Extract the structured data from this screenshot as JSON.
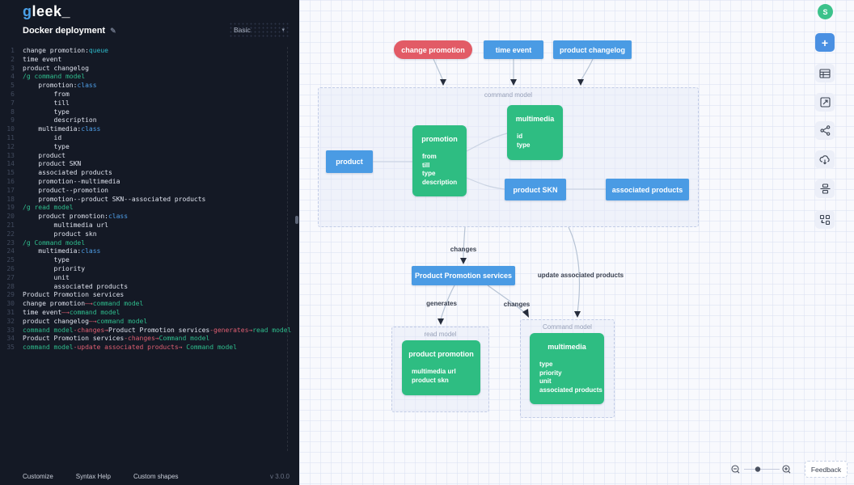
{
  "app": {
    "logo_g": "g",
    "logo_rest": "leek_",
    "version": "v 3.0.0"
  },
  "header": {
    "title": "Docker deployment",
    "template_selector": {
      "value": "Basic",
      "caret": "▾"
    },
    "edit_icon_glyph": "✎"
  },
  "editor": {
    "lines": [
      [
        [
          "change promotion:",
          "w"
        ],
        [
          "queue",
          "t"
        ]
      ],
      [
        [
          "time event",
          "w"
        ]
      ],
      [
        [
          "product changelog",
          "w"
        ]
      ],
      [
        [
          "/g command model",
          "g"
        ]
      ],
      [
        [
          "    promotion:",
          "w"
        ],
        [
          "class",
          "b"
        ]
      ],
      [
        [
          "        from",
          "w"
        ]
      ],
      [
        [
          "        till",
          "w"
        ]
      ],
      [
        [
          "        type",
          "w"
        ]
      ],
      [
        [
          "        description",
          "w"
        ]
      ],
      [
        [
          "    multimedia:",
          "w"
        ],
        [
          "class",
          "b"
        ]
      ],
      [
        [
          "        id",
          "w"
        ]
      ],
      [
        [
          "        type",
          "w"
        ]
      ],
      [
        [
          "    product",
          "w"
        ]
      ],
      [
        [
          "    product SKN",
          "w"
        ]
      ],
      [
        [
          "    associated products",
          "w"
        ]
      ],
      [
        [
          "    promotion--multimedia",
          "w"
        ]
      ],
      [
        [
          "    product--promotion",
          "w"
        ]
      ],
      [
        [
          "    promotion--product SKN--associated products",
          "w"
        ]
      ],
      [
        [
          "/g read model",
          "g"
        ]
      ],
      [
        [
          "    product promotion:",
          "w"
        ],
        [
          "class",
          "b"
        ]
      ],
      [
        [
          "        multimedia url",
          "w"
        ]
      ],
      [
        [
          "        product skn",
          "w"
        ]
      ],
      [
        [
          "/g Command model",
          "g"
        ]
      ],
      [
        [
          "    multimedia:",
          "w"
        ],
        [
          "class",
          "b"
        ]
      ],
      [
        [
          "        type",
          "w"
        ]
      ],
      [
        [
          "        priority",
          "w"
        ]
      ],
      [
        [
          "        unit",
          "w"
        ]
      ],
      [
        [
          "        associated products",
          "w"
        ]
      ],
      [
        [
          "Product Promotion services",
          "w"
        ]
      ],
      [
        [
          "change promotion",
          "w"
        ],
        [
          "—→",
          "p"
        ],
        [
          "command model",
          "g"
        ]
      ],
      [
        [
          "time event",
          "w"
        ],
        [
          "—→",
          "p"
        ],
        [
          "command model",
          "g"
        ]
      ],
      [
        [
          "product changelog",
          "w"
        ],
        [
          "—→",
          "p"
        ],
        [
          "command model",
          "g"
        ]
      ],
      [
        [
          "command model",
          "g"
        ],
        [
          "-changes→",
          "p"
        ],
        [
          "Product Promotion services",
          "w"
        ],
        [
          "-generates→",
          "p"
        ],
        [
          "read model",
          "g"
        ]
      ],
      [
        [
          "Product Promotion services",
          "w"
        ],
        [
          "-changes→",
          "p"
        ],
        [
          "Command model",
          "g"
        ]
      ],
      [
        [
          "command model",
          "g"
        ],
        [
          "-update associated products→",
          "p"
        ],
        [
          " Command model",
          "g"
        ]
      ]
    ]
  },
  "footer": {
    "customize": "Customize",
    "syntax_help": "Syntax Help",
    "custom_shapes": "Custom shapes"
  },
  "toolbar": {
    "avatar_initial": "S",
    "add_label": "+",
    "icons": [
      "add-button",
      "table-icon",
      "image-export-icon",
      "share-icon",
      "cloud-download-icon",
      "distribute-icon",
      "auto-layout-icon"
    ]
  },
  "canvas": {
    "containers": {
      "command_model": {
        "label": "command model"
      },
      "read_model": {
        "label": "read model"
      },
      "command_model_2": {
        "label": "Command model"
      }
    },
    "nodes": {
      "change_promotion": {
        "label": "change promotion",
        "shape": "queue",
        "color": "#e25b66"
      },
      "time_event": {
        "label": "time event",
        "color": "#4a9be4"
      },
      "product_changelog": {
        "label": "product changelog",
        "color": "#4a9be4"
      },
      "product": {
        "label": "product",
        "color": "#4a9be4"
      },
      "promotion": {
        "label": "promotion",
        "color": "#2ebd82",
        "fields": [
          "from",
          "till",
          "type",
          "description"
        ]
      },
      "multimedia_cmd": {
        "label": "multimedia",
        "color": "#2ebd82",
        "fields": [
          "id",
          "type"
        ]
      },
      "product_skn": {
        "label": "product SKN",
        "color": "#4a9be4"
      },
      "associated_products": {
        "label": "associated products",
        "color": "#4a9be4"
      },
      "product_promotion_services": {
        "label": "Product Promotion services",
        "color": "#4a9be4"
      },
      "product_promotion": {
        "label": "product promotion",
        "color": "#2ebd82",
        "fields": [
          "multimedia url",
          "product skn"
        ]
      },
      "multimedia_command": {
        "label": "multimedia",
        "color": "#2ebd82",
        "fields": [
          "type",
          "priority",
          "unit",
          "associated products"
        ]
      }
    },
    "edge_labels": {
      "changes_top": "changes",
      "update_associated": "update associated products",
      "generates": "generates",
      "changes_bottom": "changes"
    }
  },
  "statusbar": {
    "feedback": "Feedback"
  }
}
